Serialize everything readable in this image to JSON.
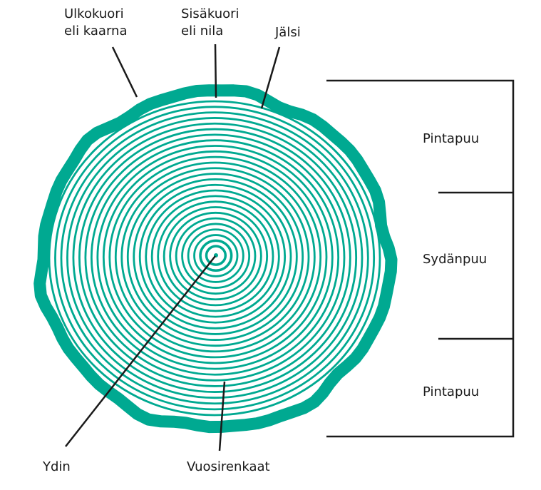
{
  "title": "Puun poikkileikkaus",
  "colors": {
    "wood": "#00a991",
    "line": "#1a1a1a"
  },
  "labels": {
    "outer_bark": [
      "Ulkokuori",
      "eli kaarna"
    ],
    "inner_bark": [
      "Sisäkuori",
      "eli nila"
    ],
    "cambium": "Jälsi",
    "pith": "Ydin",
    "annual_rings": "Vuosirenkaat",
    "sapwood_top": "Pintapuu",
    "heartwood": "Sydänpuu",
    "sapwood_bottom": "Pintapuu"
  },
  "ring_count": 27
}
